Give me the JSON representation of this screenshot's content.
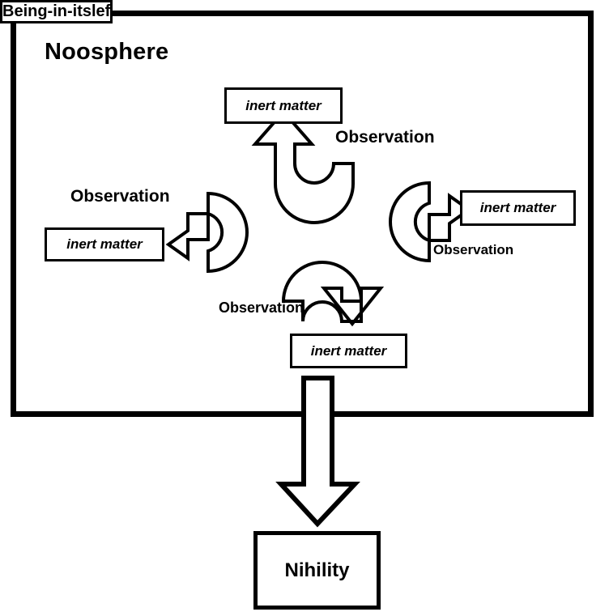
{
  "diagram": {
    "title": "Noosphere",
    "container_label": "Noosphere",
    "nodes": {
      "center": "Being-in-itslef",
      "inert_top": "inert matter",
      "inert_left": "inert matter",
      "inert_right": "inert matter",
      "inert_bottom": "inert matter",
      "terminal": "Nihility"
    },
    "edge_labels": {
      "top": "Observation",
      "left": "Observation",
      "right": "Observation",
      "bottom": "Observation"
    },
    "colors": {
      "stroke": "#000000",
      "fill": "#ffffff",
      "background": "#ffffff"
    }
  }
}
